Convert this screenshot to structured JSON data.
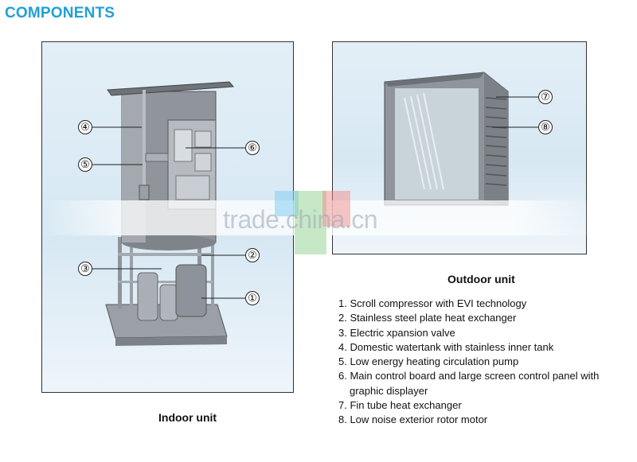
{
  "title": "COMPONENTS",
  "indoor_caption": "Indoor unit",
  "outdoor_caption": "Outdoor unit",
  "watermark": "trade.china.cn",
  "callouts": {
    "c1": "①",
    "c2": "②",
    "c3": "③",
    "c4": "④",
    "c5": "⑤",
    "c6": "⑥",
    "c7": "⑦",
    "c8": "⑧"
  },
  "legend": [
    "1. Scroll compressor with EVI technology",
    "2. Stainless steel plate heat exchanger",
    "3. Electric xpansion valve",
    "4. Domestic watertank with stainless inner tank",
    "5. Low energy heating circulation pump",
    "6. Main control board and large screen control panel with",
    "graphic displayer",
    "7. Fin tube heat exchanger",
    "8. Low noise exterior rotor motor"
  ]
}
